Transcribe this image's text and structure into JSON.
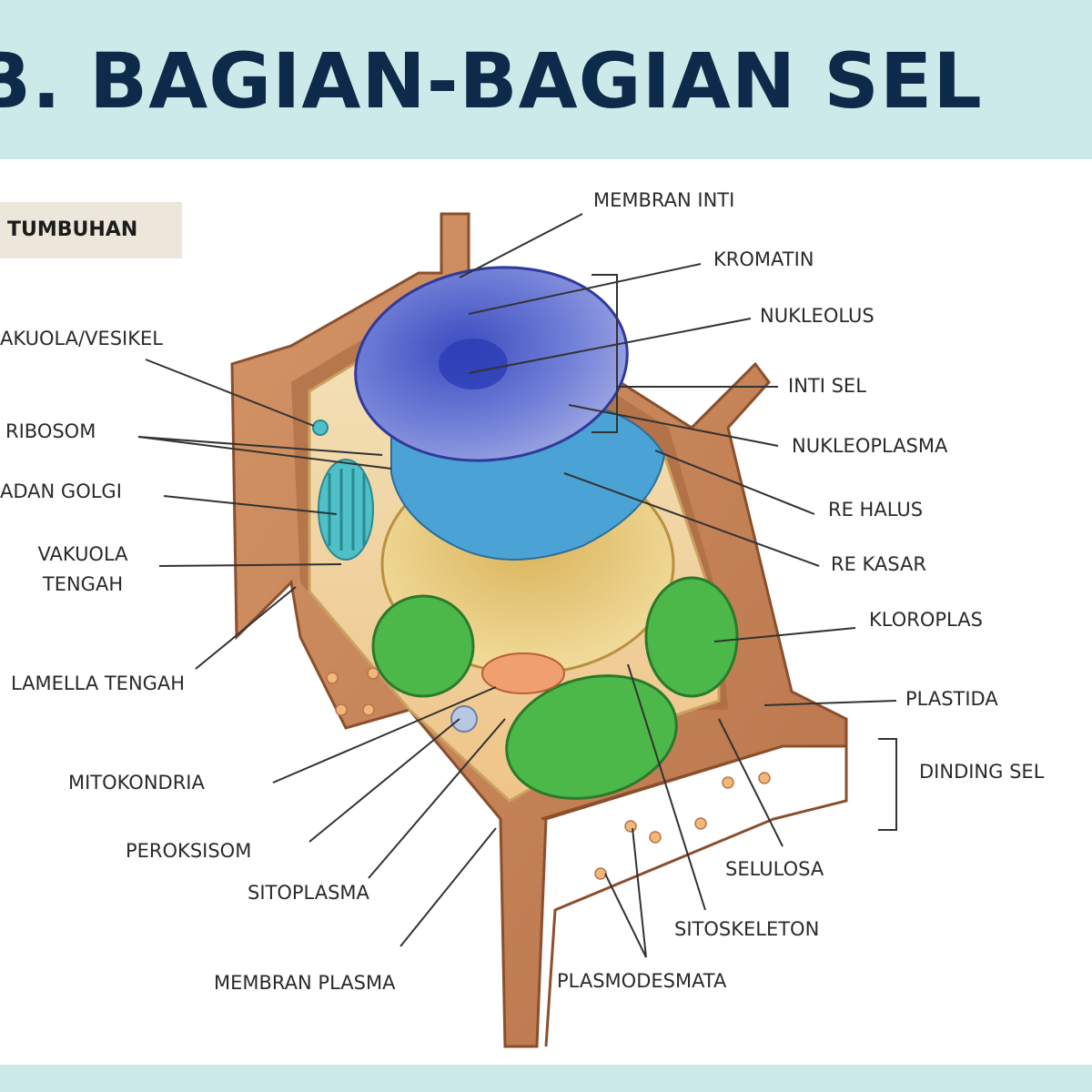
{
  "header": {
    "title": "B.  BAGIAN-BAGIAN SEL"
  },
  "tag": {
    "label": "TUMBUHAN"
  },
  "labels": {
    "membran_inti": "MEMBRAN INTI",
    "kromatin": "KROMATIN",
    "nukleolus": "NUKLEOLUS",
    "inti_sel": "INTI SEL",
    "nukleoplasma": "NUKLEOPLASMA",
    "re_halus": "RE HALUS",
    "re_kasar": "RE KASAR",
    "kloroplas": "KLOROPLAS",
    "plastida": "PLASTIDA",
    "dinding_sel": "DINDING SEL",
    "selulosa": "SELULOSA",
    "sitoskeleton": "SITOSKELETON",
    "plasmodesmata": "PLASMODESMATA",
    "membran_plasma": "MEMBRAN PLASMA",
    "sitoplasma": "SITOPLASMA",
    "peroksisom": "PEROKSISOM",
    "mitokondria": "MITOKONDRIA",
    "lamella_tengah": "LAMELLA TENGAH",
    "vakuola_tengah_1": "VAKUOLA",
    "vakuola_tengah_2": "TENGAH",
    "badan_golgi": "ADAN GOLGI",
    "ribosom": "RIBOSOM",
    "vakuola_vesikel": "AKUOLA/VESIKEL"
  },
  "colors": {
    "title": "#0d2a4a",
    "header_bg": "#cdeaea",
    "panel_bg": "#ffffff",
    "wall": "#c9875a",
    "nucleus": "#5d6ed0",
    "er": "#4aa3d4",
    "vacuole": "#e8c978",
    "chloroplast": "#4db84a",
    "mitochondria": "#f0a070"
  }
}
